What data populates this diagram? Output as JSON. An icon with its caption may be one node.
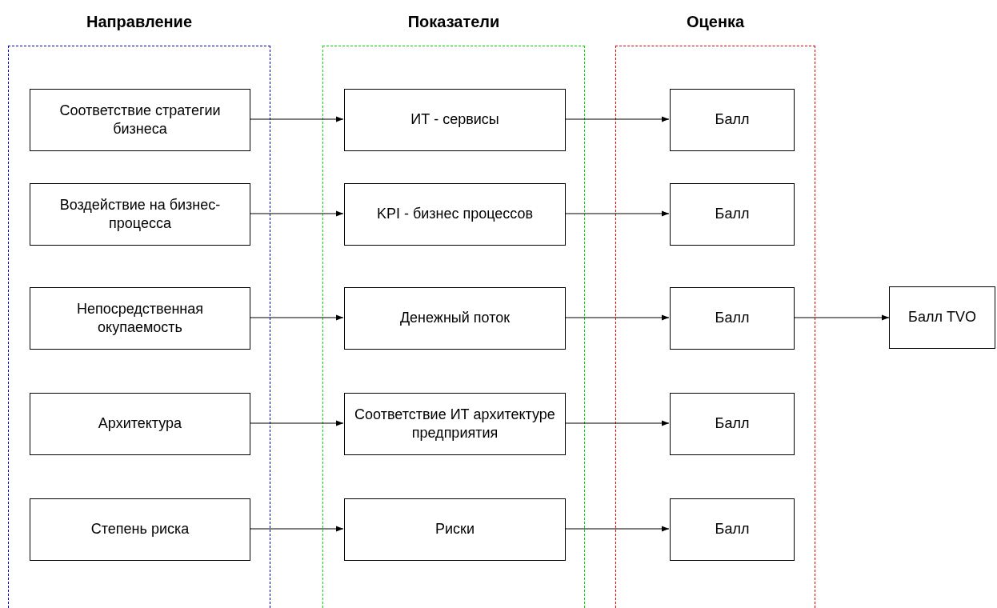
{
  "diagram": {
    "nodes": [
      {
        "text": [
          "Направление"
        ]
      },
      {
        "text": [
          "Соответствие стратегии бизнеса"
        ],
        "in": 0
      },
      {
        "text": [
          "Воздействие на бизнес-процесса"
        ],
        "in": 0
      },
      {
        "text": [
          "Непосредственная окупаемость"
        ],
        "in": 0
      },
      {
        "text": [
          "Архитектура"
        ],
        "in": 0
      },
      {
        "text": [
          "Степень риска"
        ],
        "in": 0
      },
      {
        "text": [
          "Показатели"
        ]
      },
      {
        "text": [
          "ИТ - сервисы"
        ],
        "in": 6
      },
      {
        "text": [
          "KPI - бизнес процессов"
        ],
        "in": 6
      },
      {
        "text": [
          "Денежный поток"
        ],
        "in": 6
      },
      {
        "text": [
          "Соответствие ИТ архитектуре предприятия"
        ],
        "in": 6
      },
      {
        "text": [
          "Риски"
        ],
        "in": 6
      },
      {
        "text": [
          "Оценка"
        ]
      },
      {
        "text": [
          "Балл"
        ],
        "in": 12
      },
      {
        "text": [
          "Балл"
        ],
        "in": 12
      },
      {
        "text": [
          "Балл"
        ],
        "in": 12
      },
      {
        "text": [
          "Балл"
        ],
        "in": 12
      },
      {
        "text": [
          "Балл"
        ],
        "in": 12
      },
      {
        "text": [
          "Балл TVO"
        ]
      }
    ],
    "edges": [
      {
        "from": 1,
        "to": 7,
        "arrow": "to"
      },
      {
        "from": 2,
        "to": 8,
        "arrow": "to"
      },
      {
        "from": 3,
        "to": 9,
        "arrow": "to"
      },
      {
        "from": 4,
        "to": 10,
        "arrow": "to"
      },
      {
        "from": 5,
        "to": 11,
        "arrow": "to"
      },
      {
        "from": 7,
        "to": 13,
        "arrow": "to"
      },
      {
        "from": 8,
        "to": 14,
        "arrow": "to"
      },
      {
        "from": 9,
        "to": 15,
        "arrow": "to"
      },
      {
        "from": 10,
        "to": 16,
        "arrow": "to"
      },
      {
        "from": 11,
        "to": 17,
        "arrow": "to"
      },
      {
        "from": 15,
        "to": 18,
        "arrow": "to"
      }
    ]
  }
}
